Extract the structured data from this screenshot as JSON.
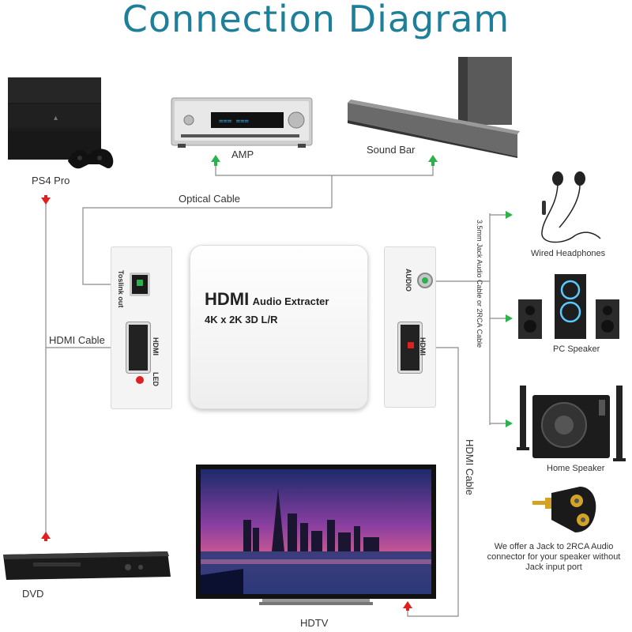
{
  "title": "Connection Diagram",
  "devices": {
    "ps4": "PS4 Pro",
    "amp": "AMP",
    "soundbar": "Sound Bar",
    "dvd": "DVD",
    "hdtv": "HDTV",
    "headphones": "Wired Headphones",
    "pc_speaker": "PC Speaker",
    "home_speaker": "Home Speaker"
  },
  "cables": {
    "optical": "Optical Cable",
    "hdmi_left": "HDMI Cable",
    "hdmi_right": "HDMI Cable",
    "jack": "3.5mm Jack Audio Cable or 2RCA Cable"
  },
  "ports": {
    "toslink": "Toslink out",
    "hdmi_left": "HDMI",
    "led": "LED",
    "audio": "AUDIO",
    "hdmi_right": "HDMI"
  },
  "extractor": {
    "line1_main": "HDMI",
    "line1_sub": "Audio Extracter",
    "line2": "4K x 2K 3D L/R"
  },
  "note": {
    "line1": "We offer a Jack to 2RCA Audio",
    "line2": "connector for your speaker without",
    "line3": "Jack input port"
  },
  "colors": {
    "title": "#1d7f9a",
    "arrow_green": "#2bb24c",
    "arrow_red": "#e02020",
    "line": "#8a8a8a"
  }
}
